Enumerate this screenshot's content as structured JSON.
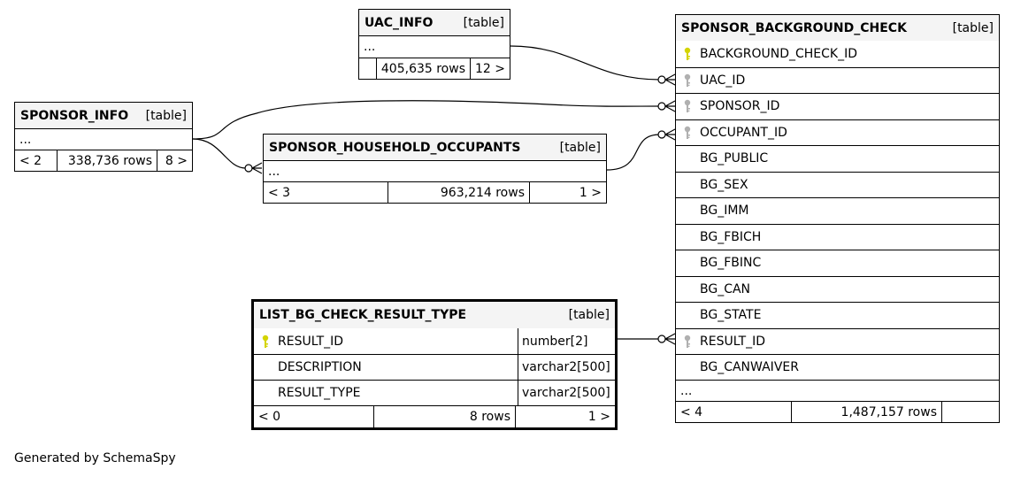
{
  "tables": {
    "uac_info": {
      "name": "UAC_INFO",
      "kind": "[table]",
      "ellipsis": "...",
      "footer": {
        "parents": "",
        "rows": "405,635 rows",
        "children": "12 >"
      }
    },
    "sponsor_info": {
      "name": "SPONSOR_INFO",
      "kind": "[table]",
      "ellipsis": "...",
      "footer": {
        "parents": "< 2",
        "rows": "338,736 rows",
        "children": "8 >"
      }
    },
    "sponsor_household_occupants": {
      "name": "SPONSOR_HOUSEHOLD_OCCUPANTS",
      "kind": "[table]",
      "ellipsis": "...",
      "footer": {
        "parents": "< 3",
        "rows": "963,214 rows",
        "children": "1 >"
      }
    },
    "sponsor_background_check": {
      "name": "SPONSOR_BACKGROUND_CHECK",
      "kind": "[table]",
      "columns": [
        {
          "name": "BACKGROUND_CHECK_ID",
          "key": "primary"
        },
        {
          "name": "UAC_ID",
          "key": "foreign"
        },
        {
          "name": "SPONSOR_ID",
          "key": "foreign"
        },
        {
          "name": "OCCUPANT_ID",
          "key": "foreign"
        },
        {
          "name": "BG_PUBLIC",
          "key": ""
        },
        {
          "name": "BG_SEX",
          "key": ""
        },
        {
          "name": "BG_IMM",
          "key": ""
        },
        {
          "name": "BG_FBICH",
          "key": ""
        },
        {
          "name": "BG_FBINC",
          "key": ""
        },
        {
          "name": "BG_CAN",
          "key": ""
        },
        {
          "name": "BG_STATE",
          "key": ""
        },
        {
          "name": "RESULT_ID",
          "key": "foreign"
        },
        {
          "name": "BG_CANWAIVER",
          "key": ""
        }
      ],
      "ellipsis": "...",
      "footer": {
        "parents": "< 4",
        "rows": "1,487,157 rows",
        "children": ""
      }
    },
    "list_bg_check_result_type": {
      "name": "LIST_BG_CHECK_RESULT_TYPE",
      "kind": "[table]",
      "columns": [
        {
          "name": "RESULT_ID",
          "type": "number[2]",
          "key": "primary"
        },
        {
          "name": "DESCRIPTION",
          "type": "varchar2[500]",
          "key": ""
        },
        {
          "name": "RESULT_TYPE",
          "type": "varchar2[500]",
          "key": ""
        }
      ],
      "footer": {
        "parents": "< 0",
        "rows": "8 rows",
        "children": "1 >"
      }
    }
  },
  "colors": {
    "primary_key": "#d4d400",
    "foreign_key": "#b0b0b0",
    "header_bg": "#f4f4f4"
  },
  "footer_text": "Generated by SchemaSpy"
}
